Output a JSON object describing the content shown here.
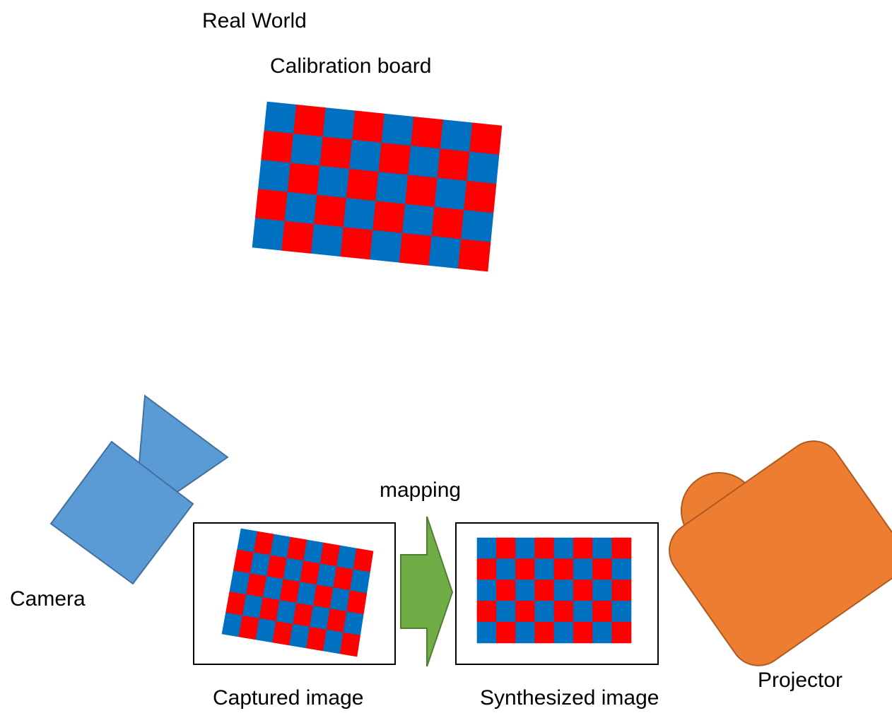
{
  "title": "Real World",
  "labels": {
    "calibration_board": "Calibration board",
    "camera": "Camera",
    "projector": "Projector",
    "mapping": "mapping",
    "captured_image": "Captured image",
    "synthesized_image": "Synthesized image"
  },
  "checkerboard": {
    "rows": 5,
    "cols": 8,
    "colors": [
      "#0070c0",
      "#ff0000"
    ]
  },
  "colors": {
    "camera": "#5b9bd5",
    "camera_stroke": "#41719c",
    "projector": "#ed7d31",
    "projector_stroke": "#ae5a21",
    "arrow": "#70ad47",
    "arrow_stroke": "#507e32"
  },
  "icons": {
    "camera": "camera-icon",
    "projector": "projector-icon",
    "arrow": "right-arrow-icon"
  }
}
